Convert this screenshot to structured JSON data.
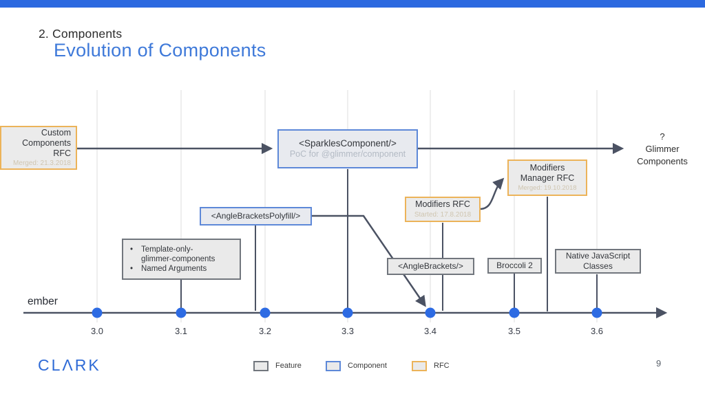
{
  "slide": {
    "section": "2. Components",
    "title": "Evolution of Components",
    "page_number": "9",
    "logo_text": "CLΛRK"
  },
  "colors": {
    "topbar_blue": "#2c69e0",
    "title_blue": "#3e79d9",
    "dot_blue": "#2d6be3",
    "line_dark": "#4b5263",
    "gridline_gray": "#e8e8e8",
    "component_border": "#5d88d8",
    "rfc_border": "#ecb359",
    "feature_border": "#71767d",
    "box_fill": "#eaeaea",
    "rfc_date_text": "#cfc5b0",
    "component_sub_text": "#b3bac4"
  },
  "timeline": {
    "axis_label": "ember",
    "versions": [
      "3.0",
      "3.1",
      "3.2",
      "3.3",
      "3.4",
      "3.5",
      "3.6"
    ],
    "future_label_lines": [
      "?",
      "Glimmer",
      "Components"
    ]
  },
  "boxes": {
    "custom_rfc": {
      "line1": "Custom",
      "line2": "Components",
      "line3": "RFC",
      "date": "Merged: 21.3.2018"
    },
    "sparkles": {
      "title": "<SparklesComponent/>",
      "subtitle": "PoC for @glimmer/component"
    },
    "polyfill": {
      "title": "<AngleBracketsPolyfill/>"
    },
    "template_only": {
      "bullets": [
        "Template-only-",
        "glimmer-components",
        "Named Arguments"
      ]
    },
    "anglebrackets": {
      "title": "<AngleBrackets/>"
    },
    "modifiers_rfc": {
      "title": "Modifiers RFC",
      "date": "Started: 17.8.2018"
    },
    "modifiers_manager_rfc": {
      "line1": "Modifiers",
      "line2": "Manager RFC",
      "date": "Merged: 19.10.2018"
    },
    "broccoli": {
      "title": "Broccoli 2"
    },
    "native_js": {
      "title": "Native JavaScript Classes"
    }
  },
  "legend": {
    "items": [
      {
        "label": "Feature"
      },
      {
        "label": "Component"
      },
      {
        "label": "RFC"
      }
    ]
  }
}
